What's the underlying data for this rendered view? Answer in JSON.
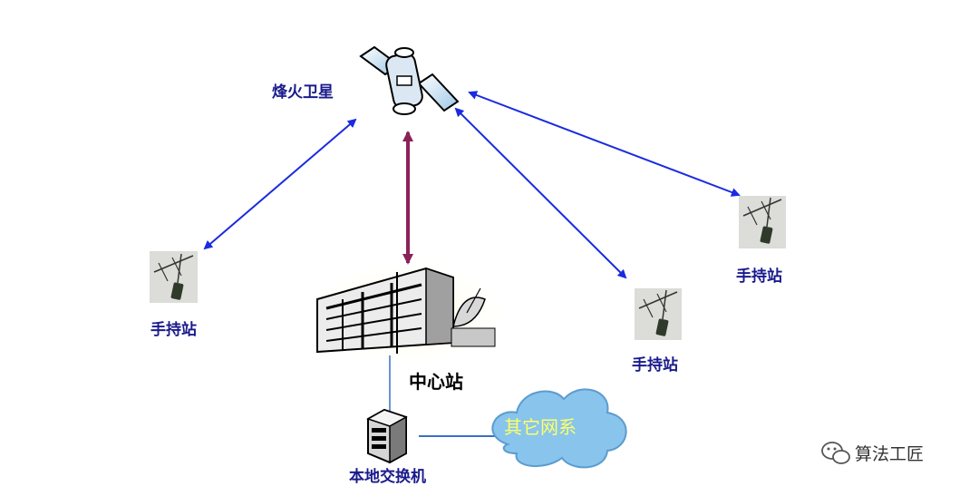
{
  "diagram": {
    "satellite_label": "烽火卫星",
    "center_label": "中心站",
    "switch_label": "本地交换机",
    "cloud_label": "其它网系",
    "handheld_labels": [
      "手持站",
      "手持站",
      "手持站"
    ]
  },
  "watermark": {
    "text": "算法工匠",
    "icon": "wechat-icon"
  },
  "colors": {
    "link_arrow": "#1a2be0",
    "center_link_arrow": "#8b2257",
    "label_text": "#1a1a8c",
    "cloud_fill": "#88c4ec",
    "cloud_text": "#ffff66",
    "wired_line": "#3a6fc4"
  }
}
